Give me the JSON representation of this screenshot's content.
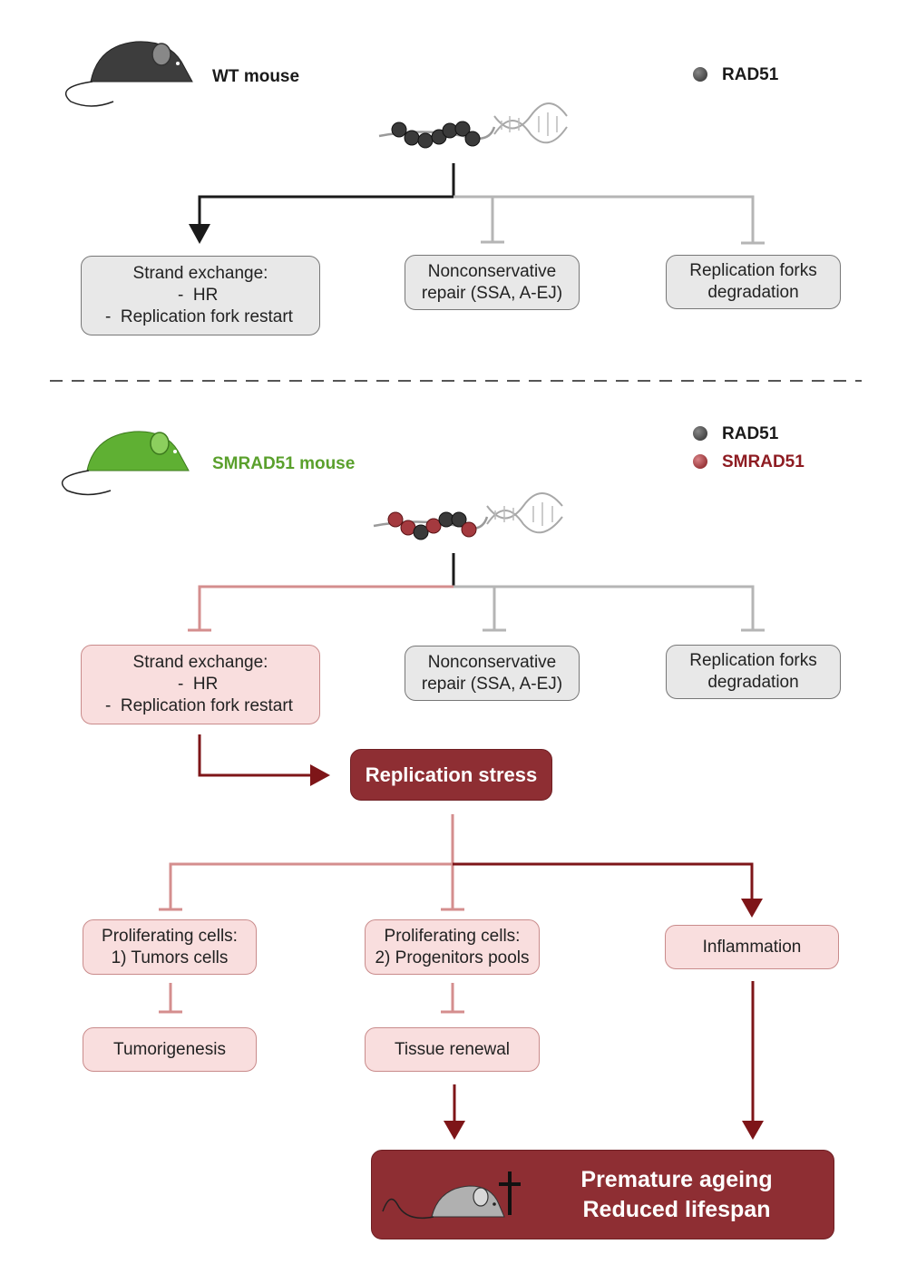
{
  "top": {
    "mouse_label": "WT mouse",
    "legend": [
      {
        "label": "RAD51",
        "color": "#3a3a3a"
      }
    ],
    "boxes": {
      "strand": {
        "title": "Strand exchange:",
        "items": [
          "-  HR",
          "-  Replication fork restart"
        ]
      },
      "noncons": {
        "lines": [
          "Nonconservative",
          "repair (SSA, A-EJ)"
        ]
      },
      "forks": {
        "lines": [
          "Replication forks",
          "degradation"
        ]
      }
    }
  },
  "bottom": {
    "mouse_label": "SMRAD51 mouse",
    "legend": [
      {
        "label": "RAD51",
        "color": "#3a3a3a"
      },
      {
        "label": "SMRAD51",
        "color": "#8e2e33"
      }
    ],
    "boxes": {
      "strand": {
        "title": "Strand exchange:",
        "items": [
          "-  HR",
          "-  Replication fork restart"
        ]
      },
      "noncons": {
        "lines": [
          "Nonconservative",
          "repair (SSA, A-EJ)"
        ]
      },
      "forks": {
        "lines": [
          "Replication forks",
          "degradation"
        ]
      },
      "stress": "Replication stress",
      "prolif1": {
        "lines": [
          "Proliferating cells:",
          "1) Tumors cells"
        ]
      },
      "prolif2": {
        "lines": [
          "Proliferating cells:",
          "2) Progenitors pools"
        ]
      },
      "inflammation": "Inflammation",
      "tumorigenesis": "Tumorigenesis",
      "tissue": "Tissue renewal",
      "outcome": {
        "lines": [
          "Premature ageing",
          "Reduced lifespan"
        ]
      }
    }
  },
  "colors": {
    "black": "#1a1a1a",
    "gray": "#b5b5b5",
    "pink": "#d48e8e",
    "darkred": "#7e1518",
    "mouse_wt": "#3d3d3d",
    "mouse_sm": "#5fb033"
  }
}
